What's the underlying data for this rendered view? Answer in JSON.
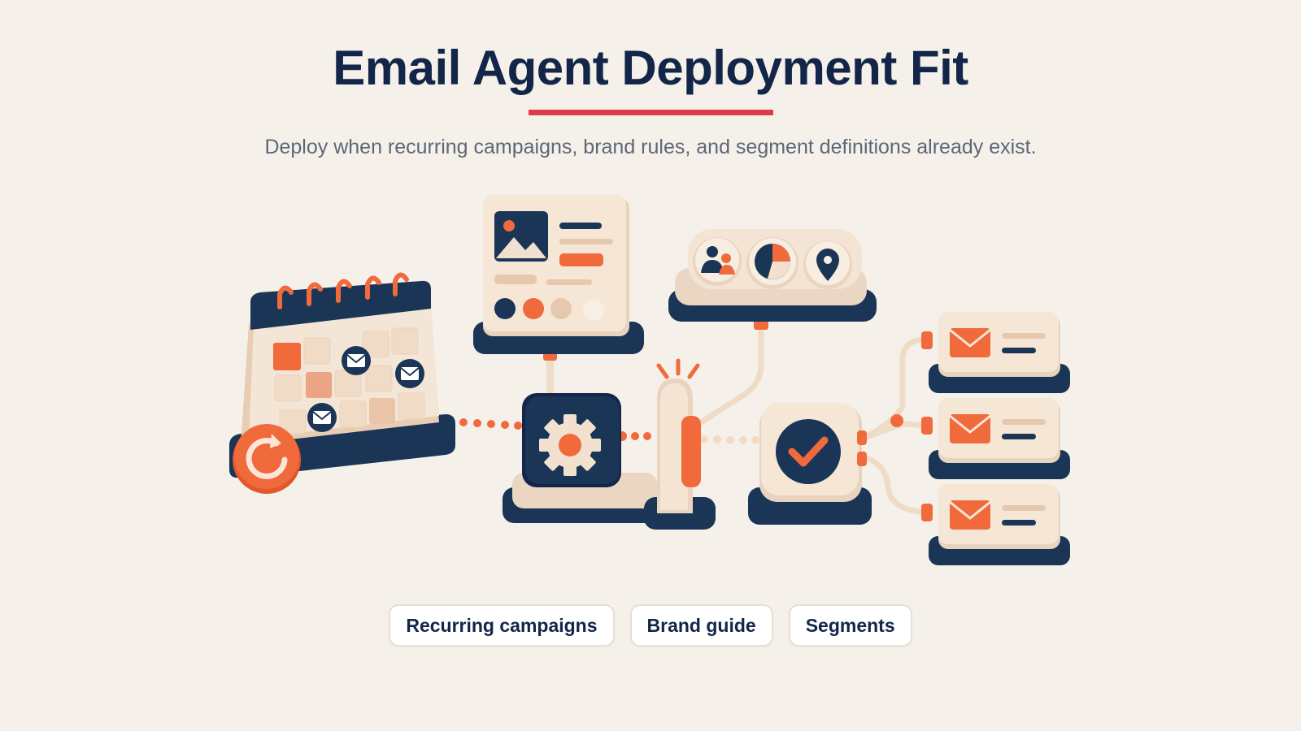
{
  "header": {
    "title": "Email Agent Deployment Fit",
    "subtitle": "Deploy when recurring campaigns, brand rules, and segment definitions already exist."
  },
  "chips": [
    {
      "label": "Recurring campaigns"
    },
    {
      "label": "Brand guide"
    },
    {
      "label": "Segments"
    }
  ],
  "colors": {
    "background": "#f5f1ea",
    "navy": "#1b3557",
    "orange": "#f06a3c",
    "cream": "#f2e3d2",
    "accent_rule": "#dc3b48"
  },
  "illustration": {
    "nodes": [
      {
        "name": "calendar",
        "icon": "calendar-icon"
      },
      {
        "name": "brand-board",
        "icon": "image-icon"
      },
      {
        "name": "segments",
        "icons": [
          "users-icon",
          "pie-chart-icon",
          "location-pin-icon"
        ]
      },
      {
        "name": "engine",
        "icon": "gear-icon"
      },
      {
        "name": "gate",
        "icon": "gate-icon"
      },
      {
        "name": "approval",
        "icon": "check-icon"
      },
      {
        "name": "outputs",
        "icon": "envelope-icon",
        "count": 3
      }
    ]
  }
}
